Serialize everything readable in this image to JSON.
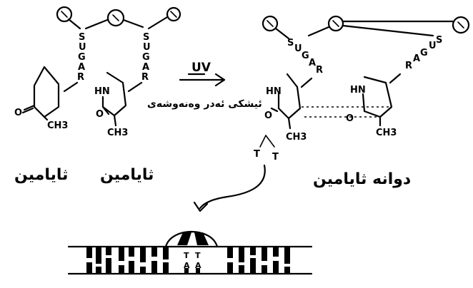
{
  "labels": {
    "thymine_left": "ثايامين",
    "thymine_middle": "ثايامين",
    "bond_note": "ئیشکی ئەدر وەنەوشەی",
    "thymine_dimer": "دوانه ثايامين"
  }
}
